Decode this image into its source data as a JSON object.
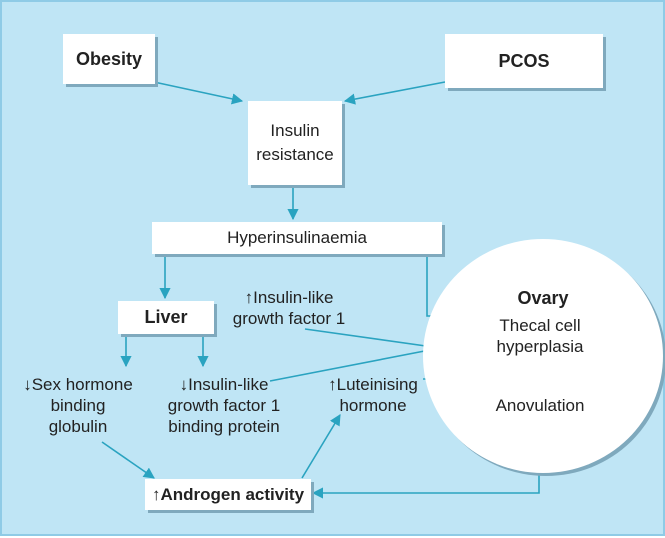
{
  "nodes": {
    "obesity": "Obesity",
    "pcos": "PCOS",
    "insulin_resistance": [
      "Insulin",
      "resistance"
    ],
    "hyperinsulinaemia": "Hyperinsulinaemia",
    "liver": "Liver",
    "igf1": [
      "↑Insulin-like",
      "growth factor 1"
    ],
    "ovary_title": "Ovary",
    "thecal": [
      "Thecal cell",
      "hyperplasia"
    ],
    "anovulation": "Anovulation",
    "shbg": [
      "↓Sex hormone",
      "binding",
      "globulin"
    ],
    "igfbp": [
      "↓Insulin-like",
      "growth factor 1",
      "binding protein"
    ],
    "lh": [
      "↑Luteinising",
      "hormone"
    ],
    "androgen": "↑Androgen activity"
  },
  "colors": {
    "background": "#bfe5f5",
    "arrow": "#2aa3c0",
    "box": "#ffffff",
    "text": "#222222"
  }
}
